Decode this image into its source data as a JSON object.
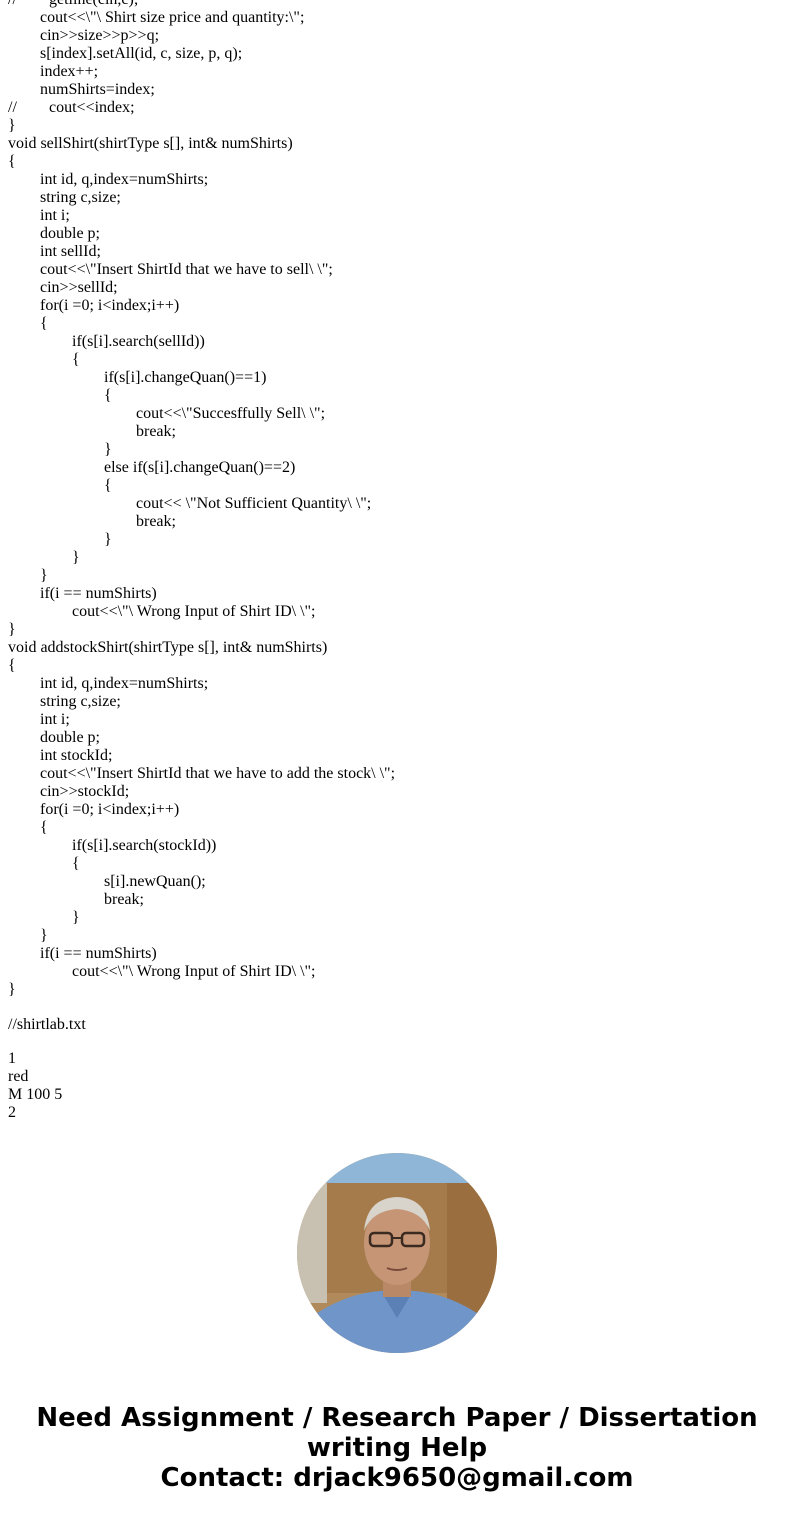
{
  "code": [
    {
      "c": "//",
      "i": 0,
      "t": "getline(cin,c);"
    },
    {
      "i": 1,
      "t": "cout<<\\\"\\ Shirt size price and quantity:\\\";"
    },
    {
      "i": 1,
      "t": "cin>>size>>p>>q;"
    },
    {
      "i": 1,
      "t": "s[index].setAll(id, c, size, p, q);"
    },
    {
      "i": 1,
      "t": "index++;"
    },
    {
      "i": 1,
      "t": "numShirts=index;"
    },
    {
      "c": "//",
      "i": 0,
      "t": "cout<<index;"
    },
    {
      "i": 0,
      "t": "}"
    },
    {
      "i": 0,
      "t": "void sellShirt(shirtType s[], int& numShirts)"
    },
    {
      "i": 0,
      "t": "{"
    },
    {
      "i": 1,
      "t": "int id, q,index=numShirts;"
    },
    {
      "i": 1,
      "t": "string c,size;"
    },
    {
      "i": 1,
      "t": "int i;"
    },
    {
      "i": 1,
      "t": "double p;"
    },
    {
      "i": 1,
      "t": "int sellId;"
    },
    {
      "i": 1,
      "t": "cout<<\\\"Insert ShirtId that we have to sell\\ \\\";"
    },
    {
      "i": 1,
      "t": "cin>>sellId;"
    },
    {
      "i": 1,
      "t": "for(i =0; i<index;i++)"
    },
    {
      "i": 1,
      "t": "{"
    },
    {
      "i": 2,
      "t": "if(s[i].search(sellId))"
    },
    {
      "i": 2,
      "t": "{"
    },
    {
      "i": 3,
      "t": "if(s[i].changeQuan()==1)"
    },
    {
      "i": 3,
      "t": "{"
    },
    {
      "i": 4,
      "t": "cout<<\\\"Succesffully Sell\\ \\\";"
    },
    {
      "i": 4,
      "t": "break;"
    },
    {
      "i": 3,
      "t": "}"
    },
    {
      "i": 3,
      "t": "else if(s[i].changeQuan()==2)"
    },
    {
      "i": 3,
      "t": "{"
    },
    {
      "i": 4,
      "t": "cout<< \\\"Not Sufficient Quantity\\ \\\";"
    },
    {
      "i": 4,
      "t": "break;"
    },
    {
      "i": 3,
      "t": "}"
    },
    {
      "i": 2,
      "t": "}"
    },
    {
      "i": 1,
      "t": "}"
    },
    {
      "i": 1,
      "t": "if(i == numShirts)"
    },
    {
      "i": 2,
      "t": "cout<<\\\"\\ Wrong Input of Shirt ID\\ \\\";"
    },
    {
      "i": 0,
      "t": "}"
    },
    {
      "i": 0,
      "t": "void addstockShirt(shirtType s[], int& numShirts)"
    },
    {
      "i": 0,
      "t": "{"
    },
    {
      "i": 1,
      "t": "int id, q,index=numShirts;"
    },
    {
      "i": 1,
      "t": "string c,size;"
    },
    {
      "i": 1,
      "t": "int i;"
    },
    {
      "i": 1,
      "t": "double p;"
    },
    {
      "i": 1,
      "t": "int stockId;"
    },
    {
      "i": 1,
      "t": "cout<<\\\"Insert ShirtId that we have to add the stock\\ \\\";"
    },
    {
      "i": 1,
      "t": "cin>>stockId;"
    },
    {
      "i": 1,
      "t": "for(i =0; i<index;i++)"
    },
    {
      "i": 1,
      "t": "{"
    },
    {
      "i": 2,
      "t": "if(s[i].search(stockId))"
    },
    {
      "i": 2,
      "t": "{"
    },
    {
      "i": 3,
      "t": "s[i].newQuan();"
    },
    {
      "i": 3,
      "t": "break;"
    },
    {
      "i": 2,
      "t": "}"
    },
    {
      "i": 1,
      "t": "}"
    },
    {
      "i": 1,
      "t": "if(i == numShirts)"
    },
    {
      "i": 2,
      "t": "cout<<\\\"\\ Wrong Input of Shirt ID\\ \\\";"
    },
    {
      "i": 0,
      "t": "}"
    }
  ],
  "file_heading": "//shirtlab.txt",
  "file_lines": [
    "1",
    "red",
    "M 100 5",
    "2"
  ],
  "cta": {
    "line1": "Need Assignment / Research Paper / Dissertation",
    "line2": "writing Help",
    "line3": "Contact: drjack9650@gmail.com"
  }
}
